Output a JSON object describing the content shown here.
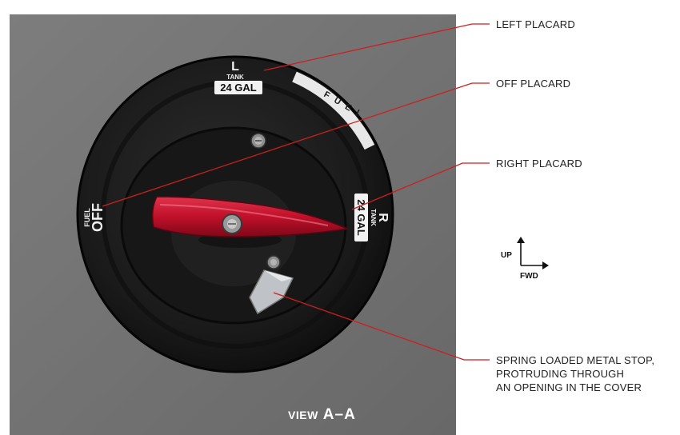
{
  "callouts": {
    "left_placard": "LEFT PLACARD",
    "off_placard": "OFF PLACARD",
    "right_placard": "RIGHT PLACARD",
    "metal_stop_line1": "SPRING LOADED METAL STOP,",
    "metal_stop_line2": "PROTRUDING THROUGH",
    "metal_stop_line3": "AN OPENING IN THE COVER"
  },
  "view": {
    "word": "VIEW",
    "section": "A–A"
  },
  "placards": {
    "left_letter": "L",
    "left_tank": "TANK",
    "left_capacity": "24 GAL",
    "right_letter": "R",
    "right_tank": "TANK",
    "right_capacity": "24 GAL",
    "off_small": "FUEL",
    "off_big": "OFF",
    "arc_text": "FUEL"
  },
  "orientation": {
    "up": "UP",
    "fwd": "FWD"
  },
  "colors": {
    "panel": "#747474",
    "selector_body": "#1b1b1b",
    "handle": "#c0102a",
    "leader_line": "#cc1f1f",
    "metal_stop": "#b9bcc0"
  }
}
